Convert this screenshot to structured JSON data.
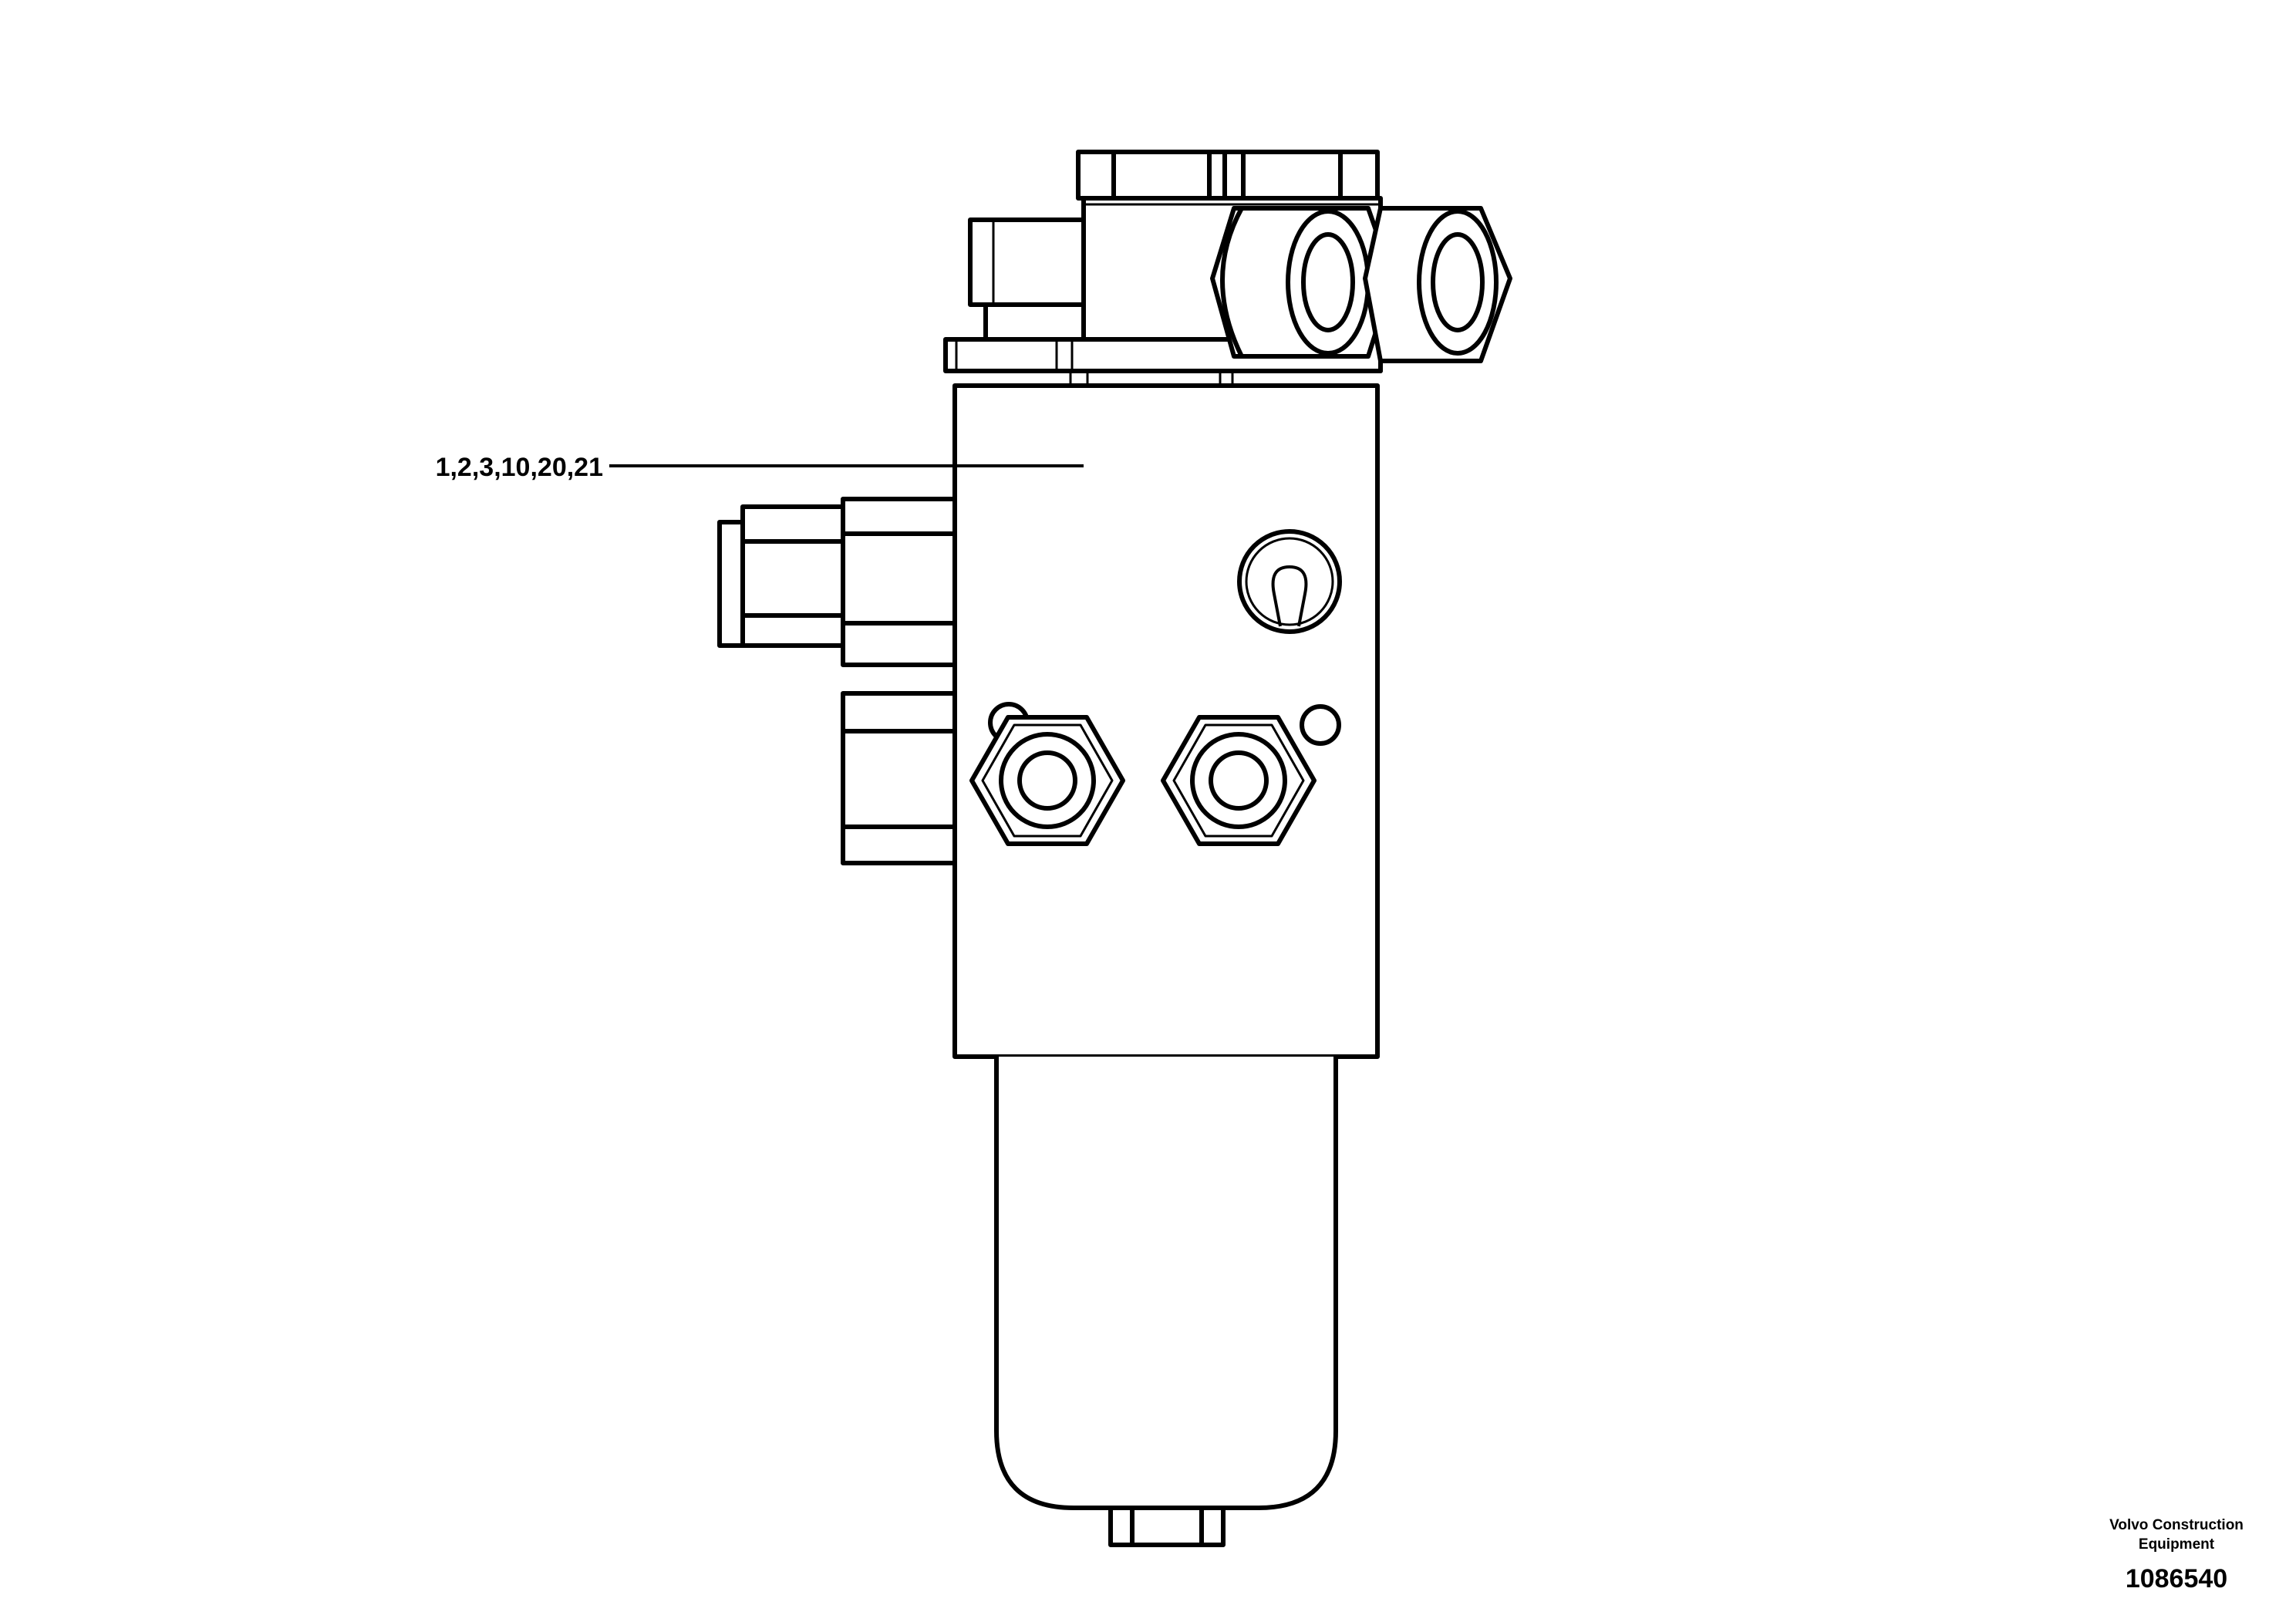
{
  "diagram": {
    "callout_label": "1,2,3,10,20,21"
  },
  "publisher": {
    "name_line1": "Volvo Construction",
    "name_line2": "Equipment",
    "drawing_number": "1086540"
  }
}
